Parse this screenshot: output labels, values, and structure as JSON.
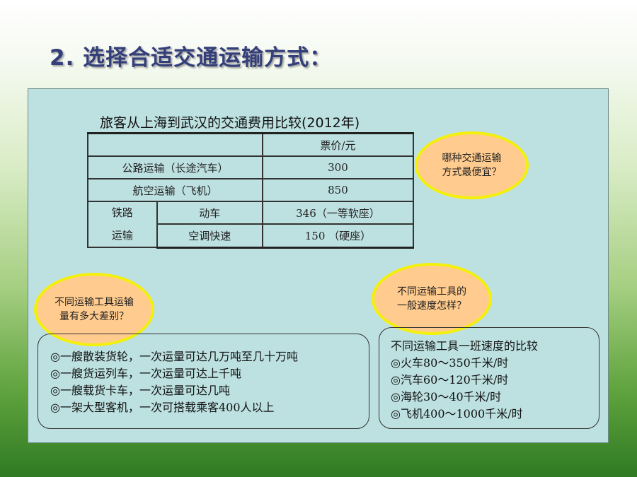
{
  "title": "2. 选择合适交通运输方式：",
  "table": {
    "caption": "旅客从上海到武汉的交通费用比较(2012年)",
    "header": "票价/元",
    "rows": {
      "bus": {
        "label": "公路运输（长途汽车）",
        "price": "300"
      },
      "air": {
        "label": "航空运输（飞机）",
        "price": "850"
      },
      "rail": {
        "group_line1": "铁路",
        "group_line2": "运输",
        "emu": {
          "label": "动车",
          "price": "346（一等软座）"
        },
        "ac_express": {
          "label": "空调快速",
          "price": "150 （硬座）"
        }
      }
    }
  },
  "bubbles": {
    "cheapest": "哪种交通运输\n方式最便宜？",
    "capacity": "不同运输工具运输\n量有多大差别？",
    "speed": "不同运输工具的\n一般速度怎样？"
  },
  "capacity_box": {
    "lines": [
      "◎一艘散装货轮，一次运量可达几万吨至几十万吨",
      "◎一艘货运列车，一次运量可达上千吨",
      "◎一艘载货卡车，一次运量可达几吨",
      "◎一架大型客机，一次可搭载乘客400人以上"
    ]
  },
  "speed_box": {
    "heading": "不同运输工具一班速度的比较",
    "lines": [
      "◎火车80～350千米/时",
      "◎汽车60～120千米/时",
      "◎海轮30～40千米/时",
      "◎飞机400～1000千米/时"
    ]
  },
  "colors": {
    "title": "#343e7a",
    "panel": "#bde0e1",
    "bubble_fill": "#ffcb8e",
    "bubble_border": "#f4f00a"
  }
}
